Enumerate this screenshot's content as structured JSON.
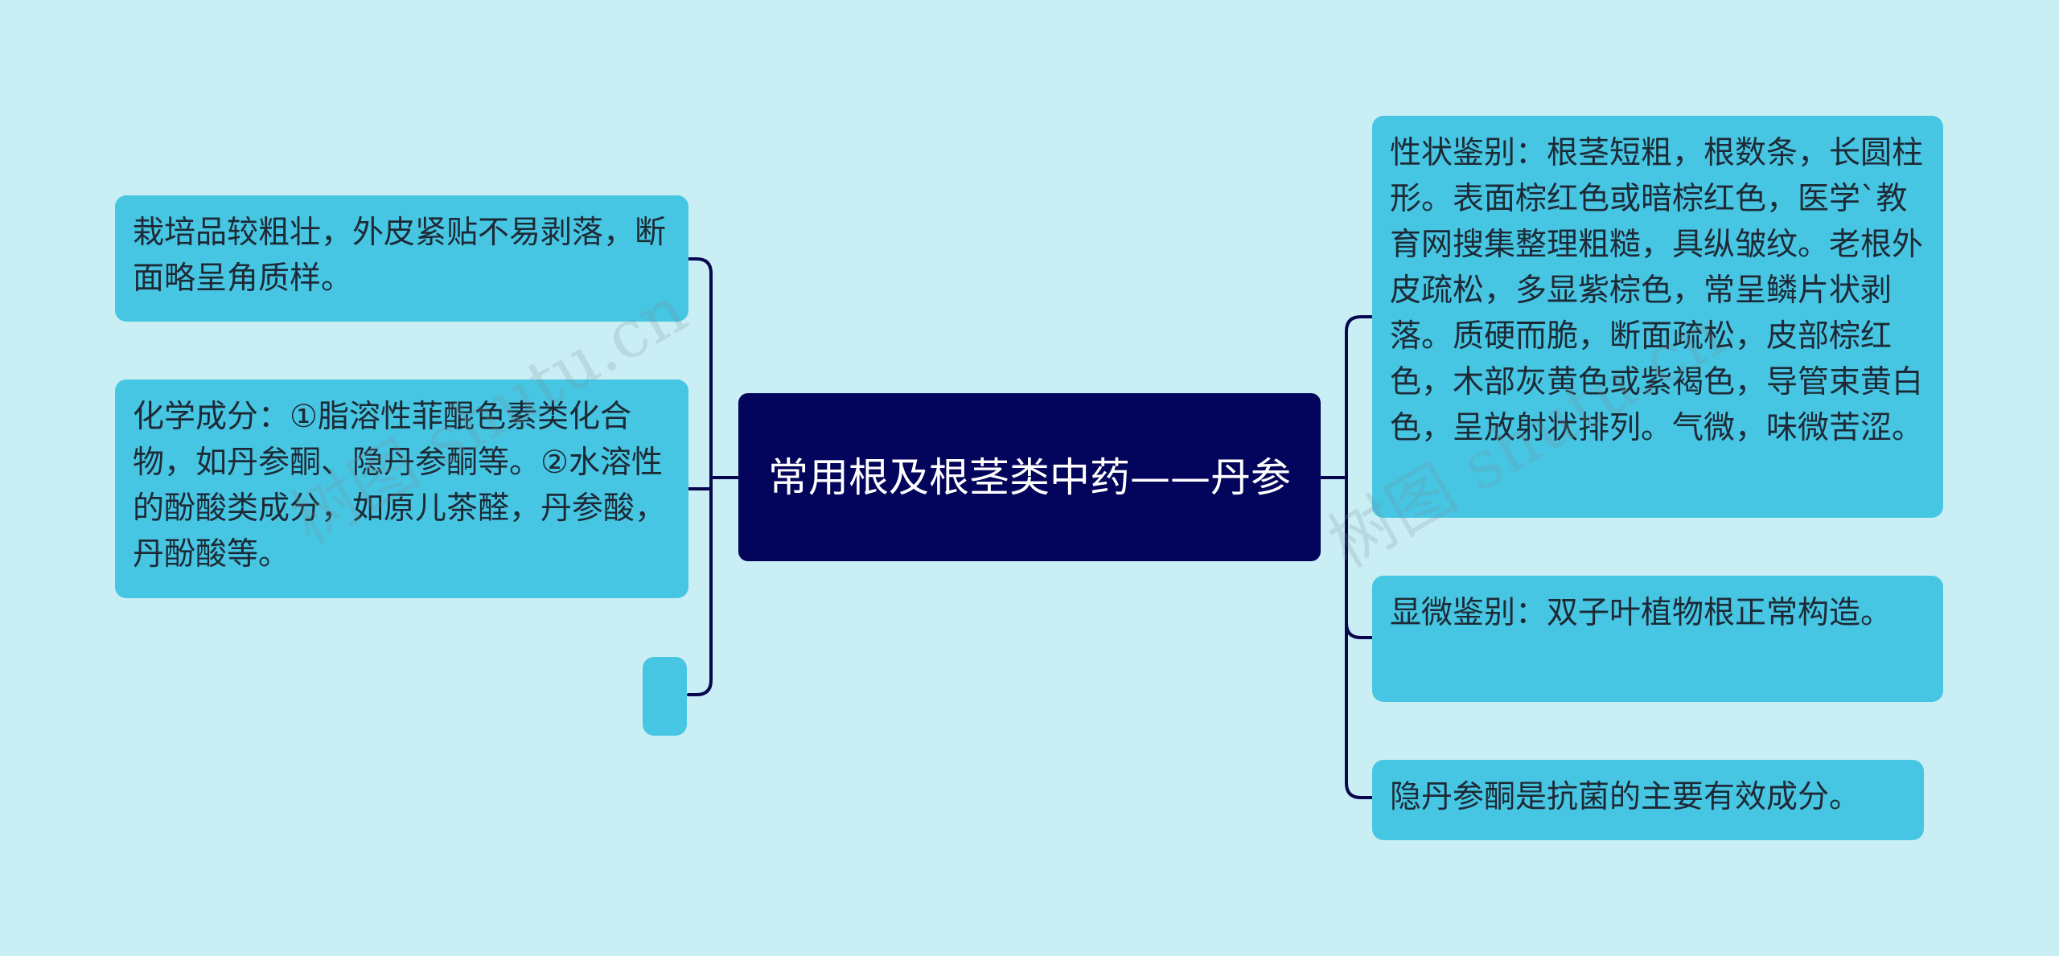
{
  "root": {
    "title": "常用根及根茎类中药——丹参"
  },
  "left_nodes": [
    {
      "text": "栽培品较粗壮，外皮紧贴不易剥落，断面略呈角质样。"
    },
    {
      "text": "化学成分：①脂溶性菲醌色素类化合物，如丹参酮、隐丹参酮等。②水溶性的酚酸类成分，如原儿茶醛，丹参酸，丹酚酸等。"
    },
    {
      "text": ""
    }
  ],
  "right_nodes": [
    {
      "text": "性状鉴别：根茎短粗，根数条，长圆柱形。表面棕红色或暗棕红色，医学`教育网搜集整理粗糙，具纵皱纹。老根外皮疏松，多显紫棕色，常呈鳞片状剥落。质硬而脆，断面疏松，皮部棕红色，木部灰黄色或紫褐色，导管束黄白色，呈放射状排列。气微，味微苦涩。"
    },
    {
      "text": "显微鉴别：双子叶植物根正常构造。"
    },
    {
      "text": "隐丹参酮是抗菌的主要有效成分。"
    }
  ],
  "watermarks": [
    "树图 shutu.cn",
    "树图 shutu.cn"
  ],
  "colors": {
    "background": "#c9eff5",
    "root_fill": "#03045b",
    "node_fill": "#47c6e3",
    "connector": "#07064f"
  }
}
